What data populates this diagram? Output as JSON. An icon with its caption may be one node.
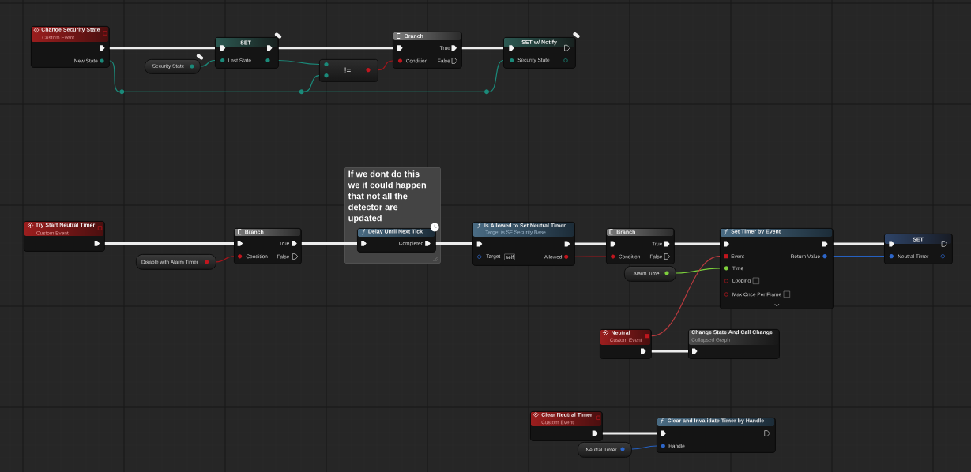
{
  "diagram": {
    "nodes": [
      {
        "text": [
          "Change Security State",
          "Custom Event",
          "New State"
        ]
      },
      {
        "text": [
          "Security State"
        ]
      },
      {
        "text": [
          "SET",
          "Last State"
        ]
      },
      {
        "text": [
          "!="
        ]
      },
      {
        "text": [
          "Branch",
          "Condition",
          "True",
          "False"
        ]
      },
      {
        "text": [
          "SET w/ Notify",
          "Security State"
        ]
      },
      {
        "text": [],
        "shape": "circle"
      },
      {
        "text": [],
        "shape": "circle"
      },
      {
        "text": [],
        "shape": "circle"
      },
      {
        "text": [
          "If we dont do this we it could happen that not all the detector are updated"
        ]
      },
      {
        "text": [
          "Try Start Neutral Timer",
          "Custom Event"
        ]
      },
      {
        "text": [
          "Disable with Alarm Timer"
        ]
      },
      {
        "text": [
          "Branch",
          "Condition",
          "True",
          "False"
        ]
      },
      {
        "text": [
          "Delay Until Next Tick",
          "Completed"
        ],
        "in": 9
      },
      {
        "text": [
          "Is Allowed to Set Neutral Timer",
          "Target is SF Security Base",
          "Target",
          "self",
          "Allowed"
        ]
      },
      {
        "text": [
          "Branch",
          "Condition",
          "True",
          "False"
        ]
      },
      {
        "text": [
          "Alarm Time"
        ]
      },
      {
        "text": [
          "Set Timer by Event",
          "Event",
          "Time",
          "Looping",
          "Max Once Per Frame",
          "Return Value"
        ]
      },
      {
        "text": [
          "SET",
          "Neutral Timer"
        ]
      },
      {
        "text": [
          "Neutral",
          "Custom Event"
        ]
      },
      {
        "text": [
          "Change State And Call Change",
          "Collapsed Graph"
        ]
      },
      {
        "text": [
          "Clear Neutral Timer",
          "Custom Event"
        ]
      },
      {
        "text": [
          "Neutral Timer"
        ]
      },
      {
        "text": [
          "Clear and Invalidate Timer by Handle",
          "Handle"
        ]
      }
    ],
    "edges": [
      {
        "from": 0,
        "to": 2,
        "arrow": "none",
        "style": "thick"
      },
      {
        "from": 2,
        "to": 4,
        "arrow": "none",
        "style": "thick"
      },
      {
        "from": 4,
        "to": 5,
        "arrow": "none",
        "style": "thick"
      },
      {
        "from": 10,
        "to": 12,
        "arrow": "none",
        "style": "thick"
      },
      {
        "from": 12,
        "to": 13,
        "arrow": "none",
        "style": "thick"
      },
      {
        "from": 13,
        "to": 14,
        "arrow": "none",
        "style": "thick"
      },
      {
        "from": 14,
        "to": 15,
        "arrow": "none",
        "style": "thick"
      },
      {
        "from": 15,
        "to": 17,
        "arrow": "none",
        "style": "thick"
      },
      {
        "from": 17,
        "to": 18,
        "arrow": "none",
        "style": "thick"
      },
      {
        "from": 19,
        "to": 20,
        "arrow": "none",
        "style": "thick"
      },
      {
        "from": 21,
        "to": 23,
        "arrow": "none",
        "style": "thick"
      },
      {
        "from": 1,
        "to": 2,
        "arrow": "none",
        "color": "#1b8a7a"
      },
      {
        "from": 2,
        "to": 3,
        "arrow": "none",
        "color": "#1b8a7a"
      },
      {
        "from": 0,
        "to": 6,
        "arrow": "none",
        "color": "#1b8a7a"
      },
      {
        "from": 6,
        "to": 7,
        "arrow": "none",
        "color": "#1b8a7a"
      },
      {
        "from": 7,
        "to": 3,
        "arrow": "none",
        "color": "#1b8a7a"
      },
      {
        "from": 7,
        "to": 8,
        "arrow": "none",
        "color": "#1b8a7a"
      },
      {
        "from": 8,
        "to": 5,
        "arrow": "none",
        "color": "#1b8a7a"
      },
      {
        "from": 3,
        "to": 4,
        "arrow": "none",
        "color": "#a3151b"
      },
      {
        "from": 11,
        "to": 12,
        "arrow": "none",
        "color": "#a3151b"
      },
      {
        "from": 14,
        "to": 15,
        "arrow": "none",
        "color": "#a3151b"
      },
      {
        "from": 16,
        "to": 17,
        "arrow": "none",
        "color": "#7acf3a"
      },
      {
        "from": 19,
        "to": 17,
        "arrow": "none",
        "color": "#b83a3e"
      },
      {
        "from": 17,
        "to": 18,
        "arrow": "none",
        "color": "#2560c0"
      },
      {
        "from": 22,
        "to": 23,
        "arrow": "none",
        "color": "#2560c0"
      }
    ]
  }
}
